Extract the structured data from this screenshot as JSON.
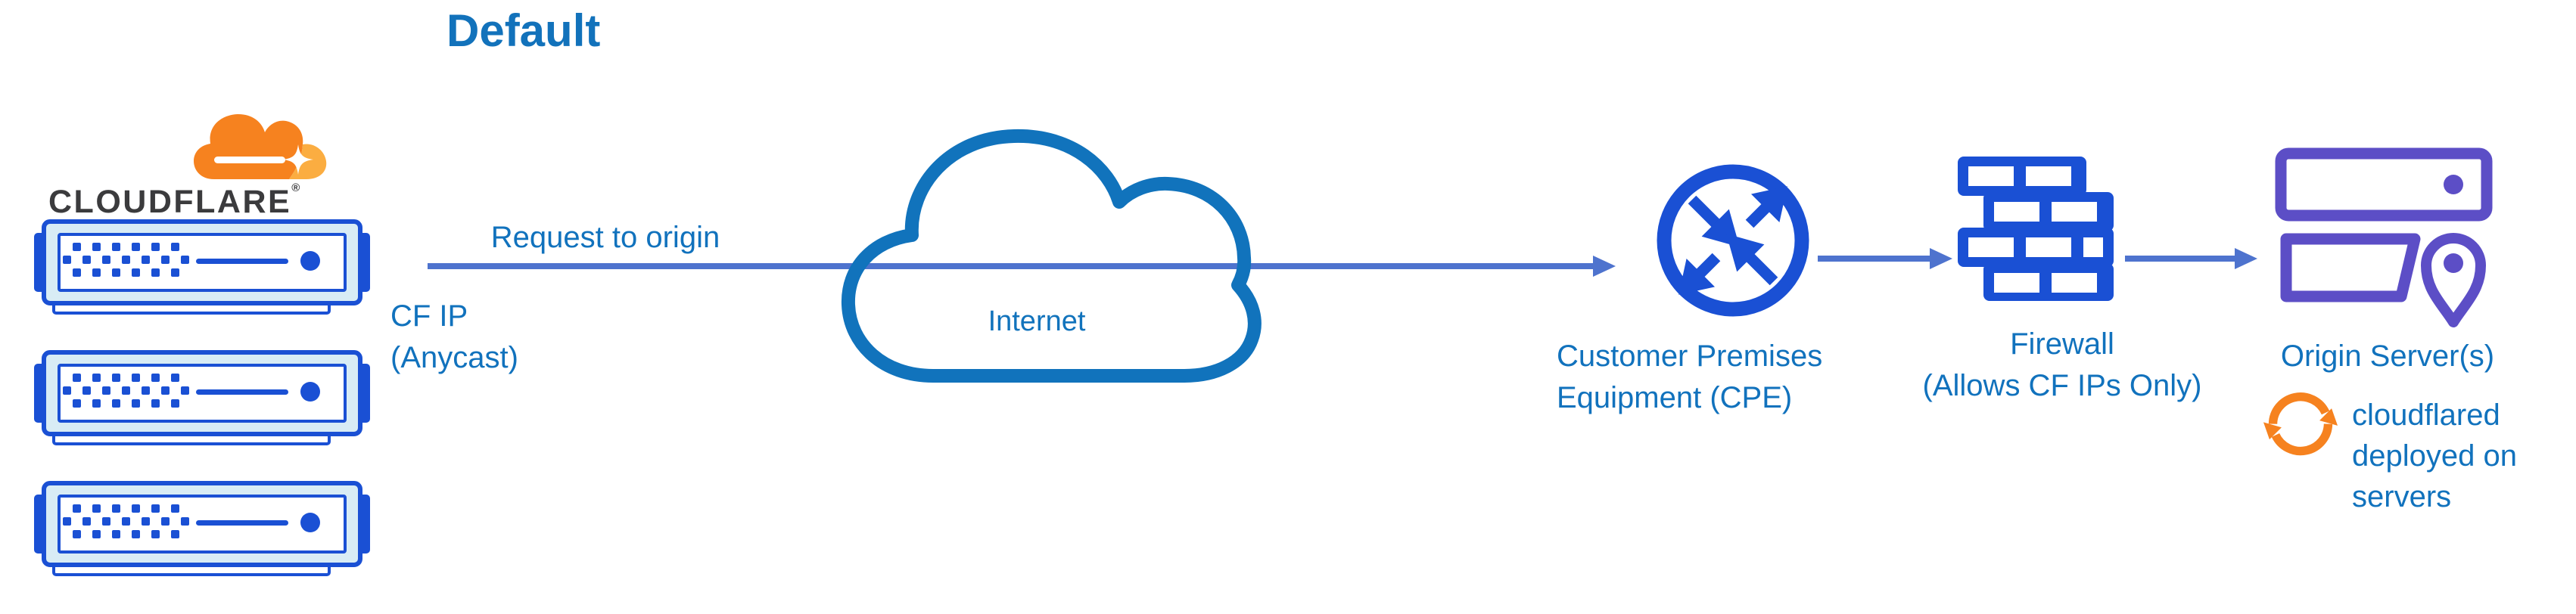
{
  "title": "Default",
  "logo": {
    "wordmark": "CLOUDFLARE",
    "registered": "®"
  },
  "flow": {
    "request_arrow_label": "Request to origin",
    "cf_ip_line1": "CF IP",
    "cf_ip_line2": "(Anycast)"
  },
  "nodes": {
    "internet": {
      "label": "Internet"
    },
    "cpe": {
      "label_line1": "Customer Premises",
      "label_line2": "Equipment (CPE)"
    },
    "firewall": {
      "label_line1": "Firewall",
      "label_line2": "(Allows CF IPs Only)"
    },
    "origin": {
      "label": "Origin Server(s)"
    },
    "cloudflared": {
      "note_line1": "cloudflared",
      "note_line2": "deployed on",
      "note_line3": "servers"
    }
  },
  "colors": {
    "text-blue": "#1172BD",
    "title-blue": "#1272BB",
    "icon-blue": "#1A50D4",
    "slate-arrow": "#4E73CE",
    "cloud-blue": "#1173BC",
    "purple": "#5C4EC6",
    "orange": "#F6821F",
    "orange-light": "#FBAD41",
    "wordmark-dark": "#3B3B3D",
    "server-fill": "#D8ECF5"
  }
}
